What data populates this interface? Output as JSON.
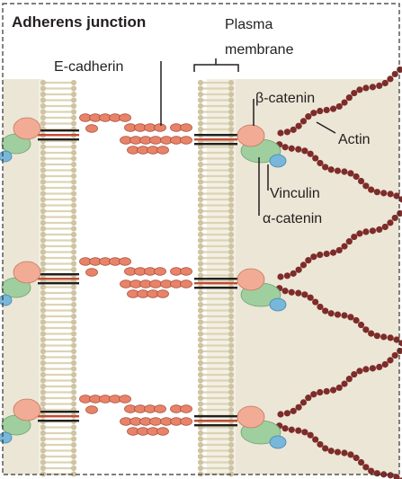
{
  "title": "Adherens junction",
  "labels": {
    "plasma_membrane_line1": "Plasma",
    "plasma_membrane_line2": "membrane",
    "e_cadherin": "E-cadherin",
    "beta_catenin": "β-catenin",
    "actin": "Actin",
    "vinculin": "Vinculin",
    "alpha_catenin": "α-catenin"
  },
  "junction_count": 3,
  "colors": {
    "cytoplasm": "#ece6d6",
    "membrane_lipid": "#cfc4a2",
    "membrane_tail": "#ddd3b4",
    "cadherin_bead": "#e8836a",
    "cadherin_bead_stroke": "#a8513c",
    "beta_catenin": "#f2ab94",
    "alpha_catenin": "#9fcf9e",
    "vinculin": "#78b7da",
    "actin_bead": "#7d2c2a",
    "frame": "#333333"
  }
}
